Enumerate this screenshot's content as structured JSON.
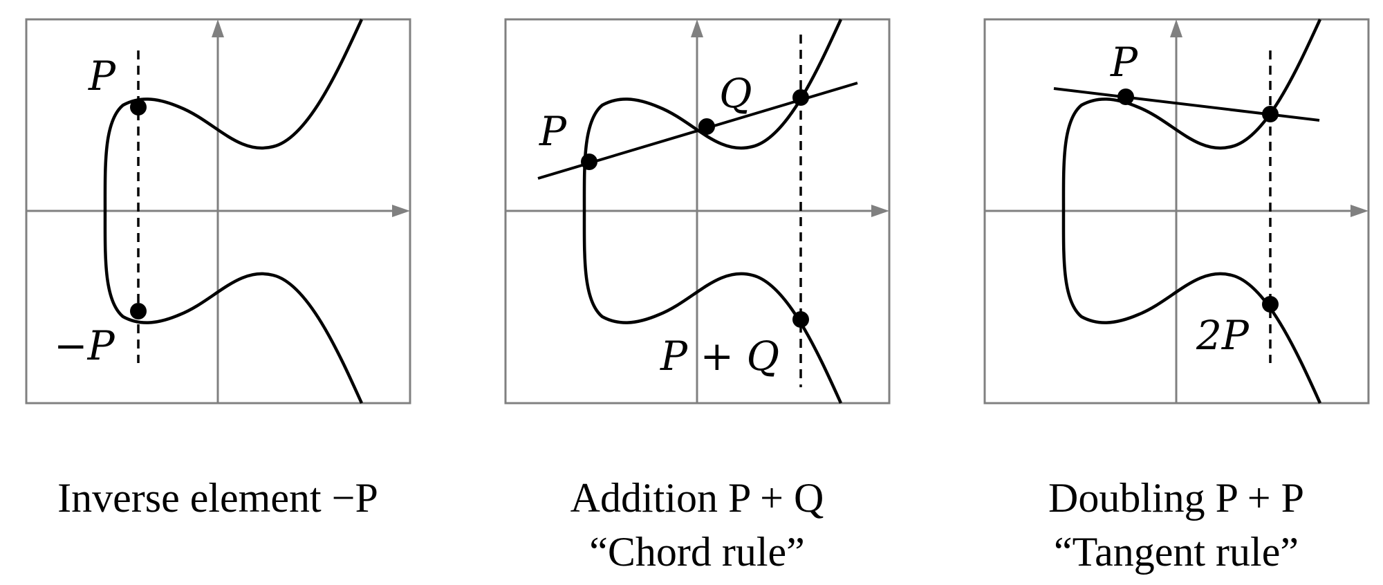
{
  "panels": [
    {
      "name": "inverse",
      "labels": {
        "p": "P",
        "neg_p": "−P"
      },
      "caption_line1": "Inverse element −P",
      "caption_line2": ""
    },
    {
      "name": "addition",
      "labels": {
        "p": "P",
        "q": "Q",
        "sum": "P + Q"
      },
      "caption_line1": "Addition P + Q",
      "caption_line2": "“Chord rule”"
    },
    {
      "name": "doubling",
      "labels": {
        "p": "P",
        "double": "2P"
      },
      "caption_line1": "Doubling P + P",
      "caption_line2": "“Tangent rule”"
    }
  ]
}
